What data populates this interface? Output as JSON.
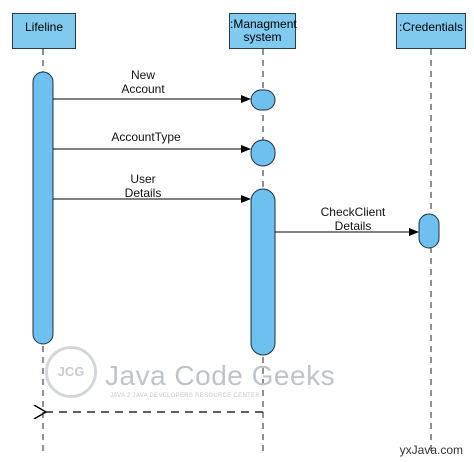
{
  "diagram": {
    "lifelines": [
      {
        "id": "lifeline",
        "label": "Lifeline"
      },
      {
        "id": "management",
        "label": ":Managment\nsystem"
      },
      {
        "id": "credentials",
        "label": ":Credentials"
      }
    ],
    "messages": [
      {
        "from": "lifeline",
        "to": "management",
        "label": "New\nAccount"
      },
      {
        "from": "lifeline",
        "to": "management",
        "label": "AccountType"
      },
      {
        "from": "lifeline",
        "to": "management",
        "label": "User\nDetails"
      },
      {
        "from": "management",
        "to": "credentials",
        "label": "CheckClient\nDetails"
      },
      {
        "from": "management",
        "to": "lifeline",
        "label": "",
        "style": "dashed-return"
      }
    ],
    "colors": {
      "box_fill": "#80caf0",
      "activation_fill": "#6ec1ee",
      "stroke": "#1f2d3a"
    }
  },
  "watermark": {
    "badge": "JCG",
    "title": "Java Code Geeks",
    "subtitle": "JAVA 2 JAVA DEVELOPERS RESOURCE CENTER"
  },
  "credit": "yxJava.com"
}
